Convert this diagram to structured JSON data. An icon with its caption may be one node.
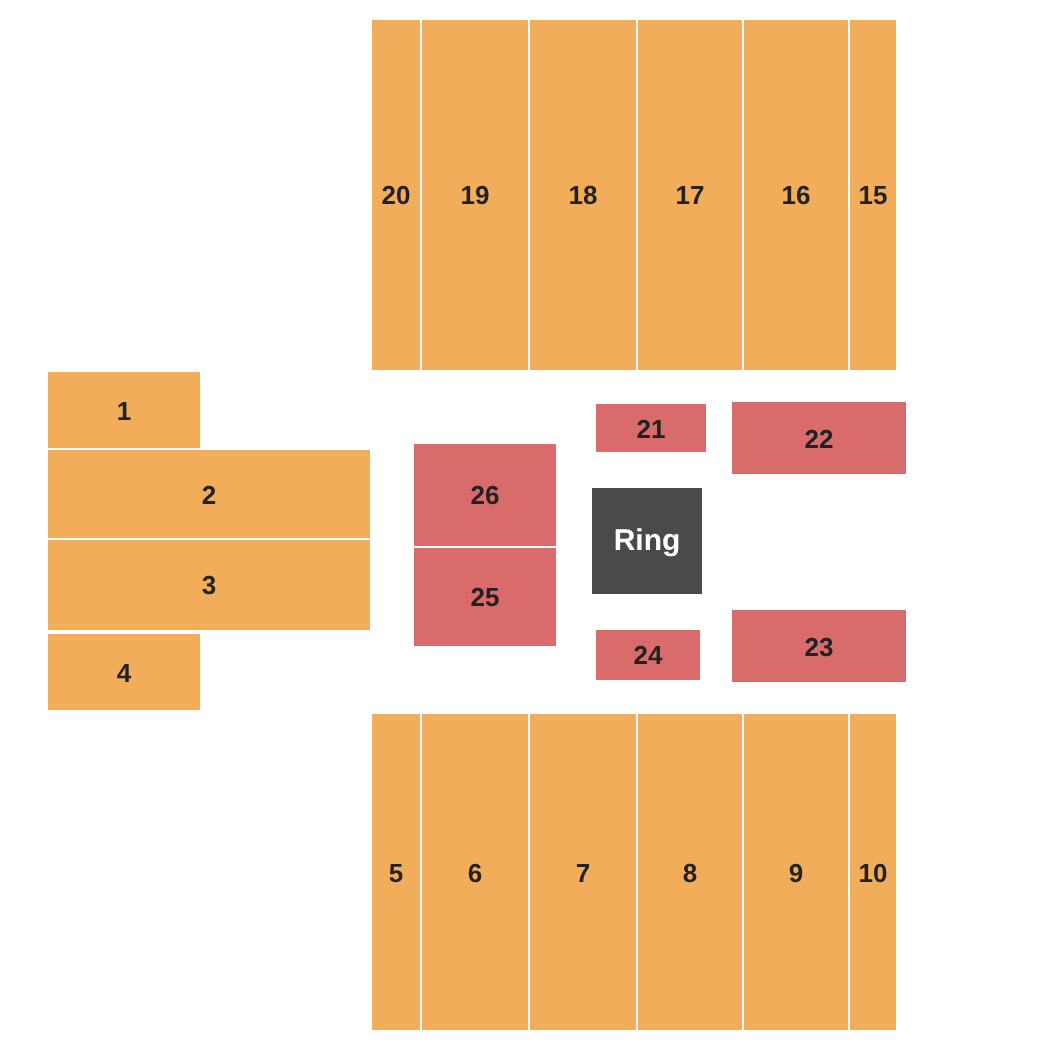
{
  "diagram": {
    "nodes": [
      {
        "text": [
          "20"
        ]
      },
      {
        "text": [
          "19"
        ]
      },
      {
        "text": [
          "18"
        ]
      },
      {
        "text": [
          "17"
        ]
      },
      {
        "text": [
          "16"
        ]
      },
      {
        "text": [
          "15"
        ]
      },
      {
        "text": [
          "1"
        ]
      },
      {
        "text": [
          "2"
        ]
      },
      {
        "text": [
          "26"
        ]
      },
      {
        "text": [
          "21"
        ]
      },
      {
        "text": [
          "22"
        ]
      },
      {
        "text": [
          "Ring"
        ]
      },
      {
        "text": [
          "3"
        ]
      },
      {
        "text": [
          "25"
        ]
      },
      {
        "text": [
          "24"
        ]
      },
      {
        "text": [
          "23"
        ]
      },
      {
        "text": [
          "4"
        ]
      },
      {
        "text": [
          "5"
        ]
      },
      {
        "text": [
          "6"
        ]
      },
      {
        "text": [
          "7"
        ]
      },
      {
        "text": [
          "8"
        ]
      },
      {
        "text": [
          "9"
        ]
      },
      {
        "text": [
          "10"
        ]
      }
    ]
  }
}
